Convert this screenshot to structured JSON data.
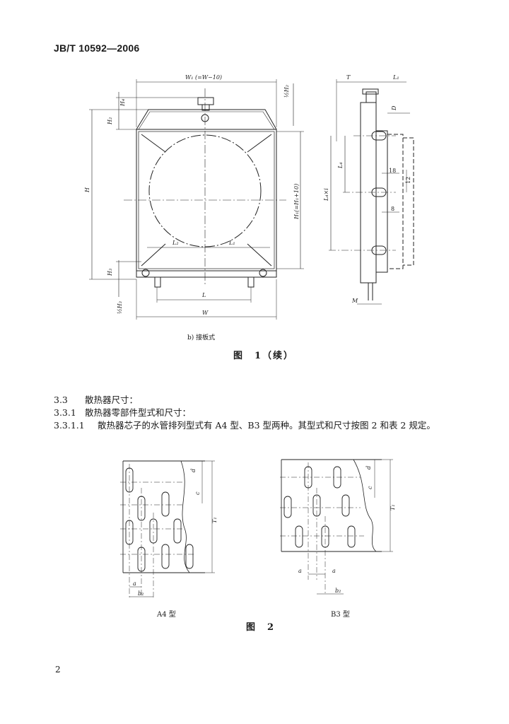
{
  "header": {
    "standard_no": "JB/T 10592—2006"
  },
  "figure1": {
    "dims": {
      "w1": "W₁ (=W−10)",
      "half_h2": "½H₂",
      "h4": "H₄",
      "h2": "H₂",
      "h": "H",
      "h1": "H₁(=H₁+10)",
      "h3": "H₃",
      "l": "L",
      "w": "W",
      "half_h3": "½H₃",
      "l2": "L₂",
      "l1": "L₁",
      "t": "T",
      "l1_side": "L₁",
      "d": "D",
      "l4": "L₄",
      "l4xi": "L₄×i",
      "n18": "18",
      "n12": "12",
      "n8": "8",
      "m": "M"
    },
    "subcaption": "b) 接板式",
    "title": "图　1（续）"
  },
  "section": {
    "s33_num": "3.3",
    "s33_title": "散热器尺寸：",
    "s331_num": "3.3.1",
    "s331_title": "散热器零部件型式和尺寸：",
    "s3311_num": "3.3.1.1",
    "s3311_text": "散热器芯子的水管排列型式有 A4 型、B3 型两种。其型式和尺寸按图 2 和表 2 规定。"
  },
  "figure2": {
    "a4": {
      "d": "d",
      "c": "c",
      "t1": "T₁",
      "a": "a",
      "b2": "b₂",
      "caption": "A4 型"
    },
    "b3": {
      "d": "d",
      "c": "c",
      "t1": "T₁",
      "a1": "a",
      "a2": "a",
      "b2": "b₂",
      "caption": "B3 型"
    },
    "title": "图　2"
  },
  "footer": {
    "page_number": "2"
  }
}
